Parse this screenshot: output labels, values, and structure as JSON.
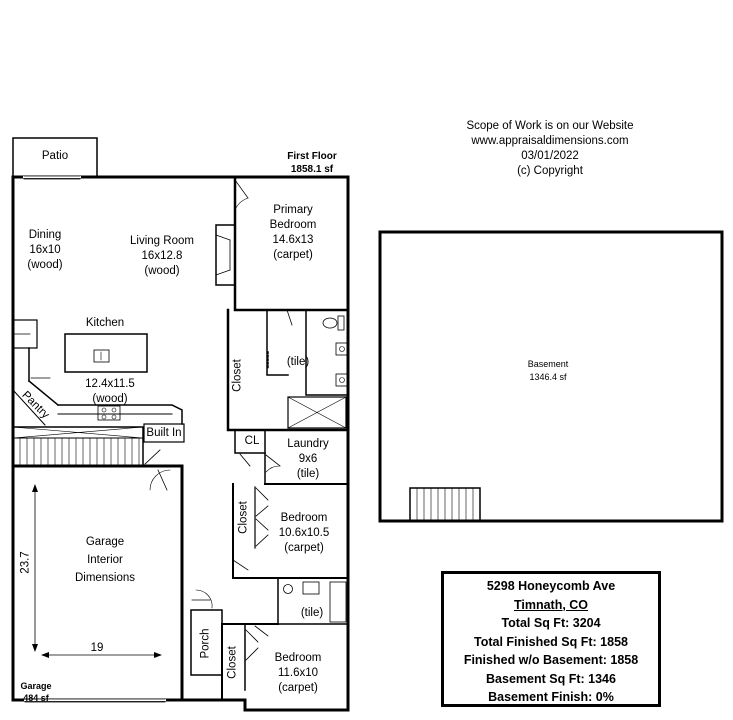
{
  "notes": {
    "line1": "Scope of Work is on our Website",
    "line2": "www.appraisaldimensions.com",
    "line3": "03/01/2022",
    "line4": "(c) Copyright"
  },
  "floors": {
    "first_floor_label": "First Floor",
    "first_floor_area": "1858.1 sf",
    "basement_label": "Basement",
    "basement_area": "1346.4 sf",
    "garage_label": "Garage",
    "garage_area": "484 sf"
  },
  "rooms": {
    "patio": "Patio",
    "dining": {
      "name": "Dining",
      "size": "16x10",
      "floor": "(wood)"
    },
    "living": {
      "name": "Living Room",
      "size": "16x12.8",
      "floor": "(wood)"
    },
    "primary": {
      "name": "Primary",
      "name2": "Bedroom",
      "size": "14.6x13",
      "floor": "(carpet)"
    },
    "kitchen": {
      "name": "Kitchen",
      "size": "12.4x11.5",
      "floor": "(wood)"
    },
    "pantry": "Pantry",
    "built_in": "Built In",
    "closet": "Closet",
    "bath_tile": "(tile)",
    "cl": "CL",
    "laundry": {
      "name": "Laundry",
      "size": "9x6",
      "floor": "(tile)"
    },
    "bedroom2": {
      "name": "Bedroom",
      "size": "10.6x10.5",
      "floor": "(carpet)"
    },
    "bedroom3": {
      "name": "Bedroom",
      "size": "11.6x10",
      "floor": "(carpet)"
    },
    "porch": "Porch",
    "garage": {
      "line1": "Garage",
      "line2": "Interior",
      "line3": "Dimensions",
      "depth": "23.7",
      "width": "19"
    }
  },
  "summary": {
    "address": "5298 Honeycomb Ave",
    "city": "Timnath, CO",
    "total": "Total Sq Ft: 3204",
    "finished": "Total Finished Sq Ft: 1858",
    "finished_wo_basement": "Finished w/o Basement: 1858",
    "basement_sqft": "Basement Sq Ft: 1346",
    "basement_finish": "Basement Finish: 0%"
  }
}
